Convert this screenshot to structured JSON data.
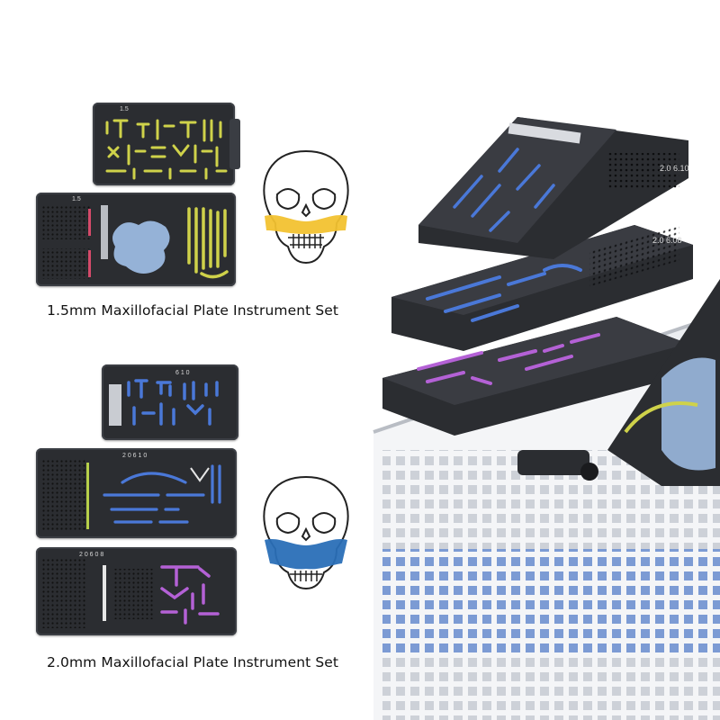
{
  "sets": [
    {
      "caption": "1.5mm Maxillofacial Plate Instrument Set",
      "trays": [
        {
          "label": "1.5"
        },
        {
          "label": "1.5"
        }
      ],
      "accent": "#c9d24a",
      "band": "#f2c230"
    },
    {
      "caption": "2.0mm Maxillofacial Plate Instrument Set",
      "trays": [
        {
          "label": "6 1 0"
        },
        {
          "label": "2 0 6 1 0"
        },
        {
          "label": "2 0 6 0 8"
        }
      ],
      "accent": "#3d6bd6",
      "accent2": "#b45fd0",
      "band": "#2a6fb7"
    }
  ],
  "stack_labels": {
    "top": "2.0 6.10",
    "middle": "2.0 6.08"
  },
  "colors": {
    "tray": "#2b2d31",
    "basket": "#e6e8ec",
    "blue_plates": "#4a78d8",
    "purple_plates": "#b461d6",
    "yellow_plates": "#cfd24a",
    "light_blue_mesh": "#9bb9e0"
  }
}
